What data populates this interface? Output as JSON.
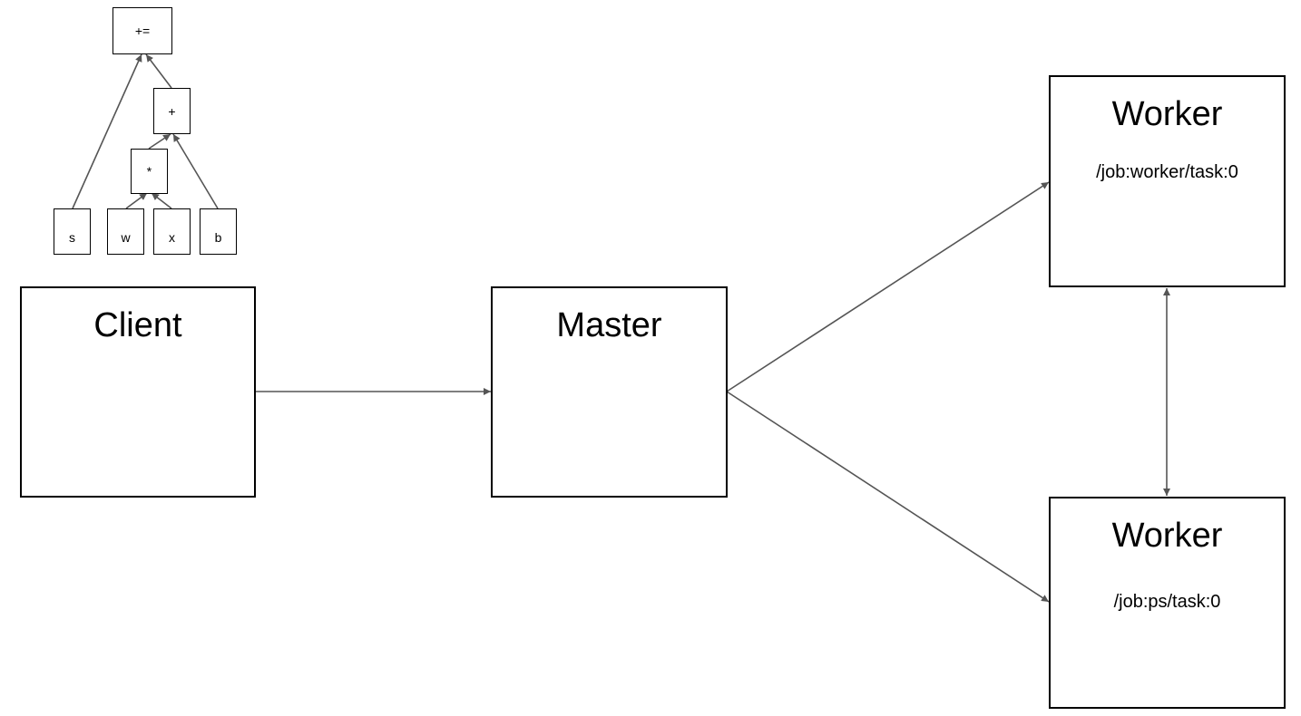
{
  "graph": {
    "nodes": {
      "assign_add": "+=",
      "add": "+",
      "mul": "*",
      "s": "s",
      "w": "w",
      "x": "x",
      "b": "b"
    }
  },
  "client": {
    "title": "Client"
  },
  "master": {
    "title": "Master"
  },
  "workers": [
    {
      "title": "Worker",
      "task": "/job:worker/task:0"
    },
    {
      "title": "Worker",
      "task": "/job:ps/task:0"
    }
  ],
  "colors": {
    "line": "#555555",
    "border": "#000000"
  }
}
